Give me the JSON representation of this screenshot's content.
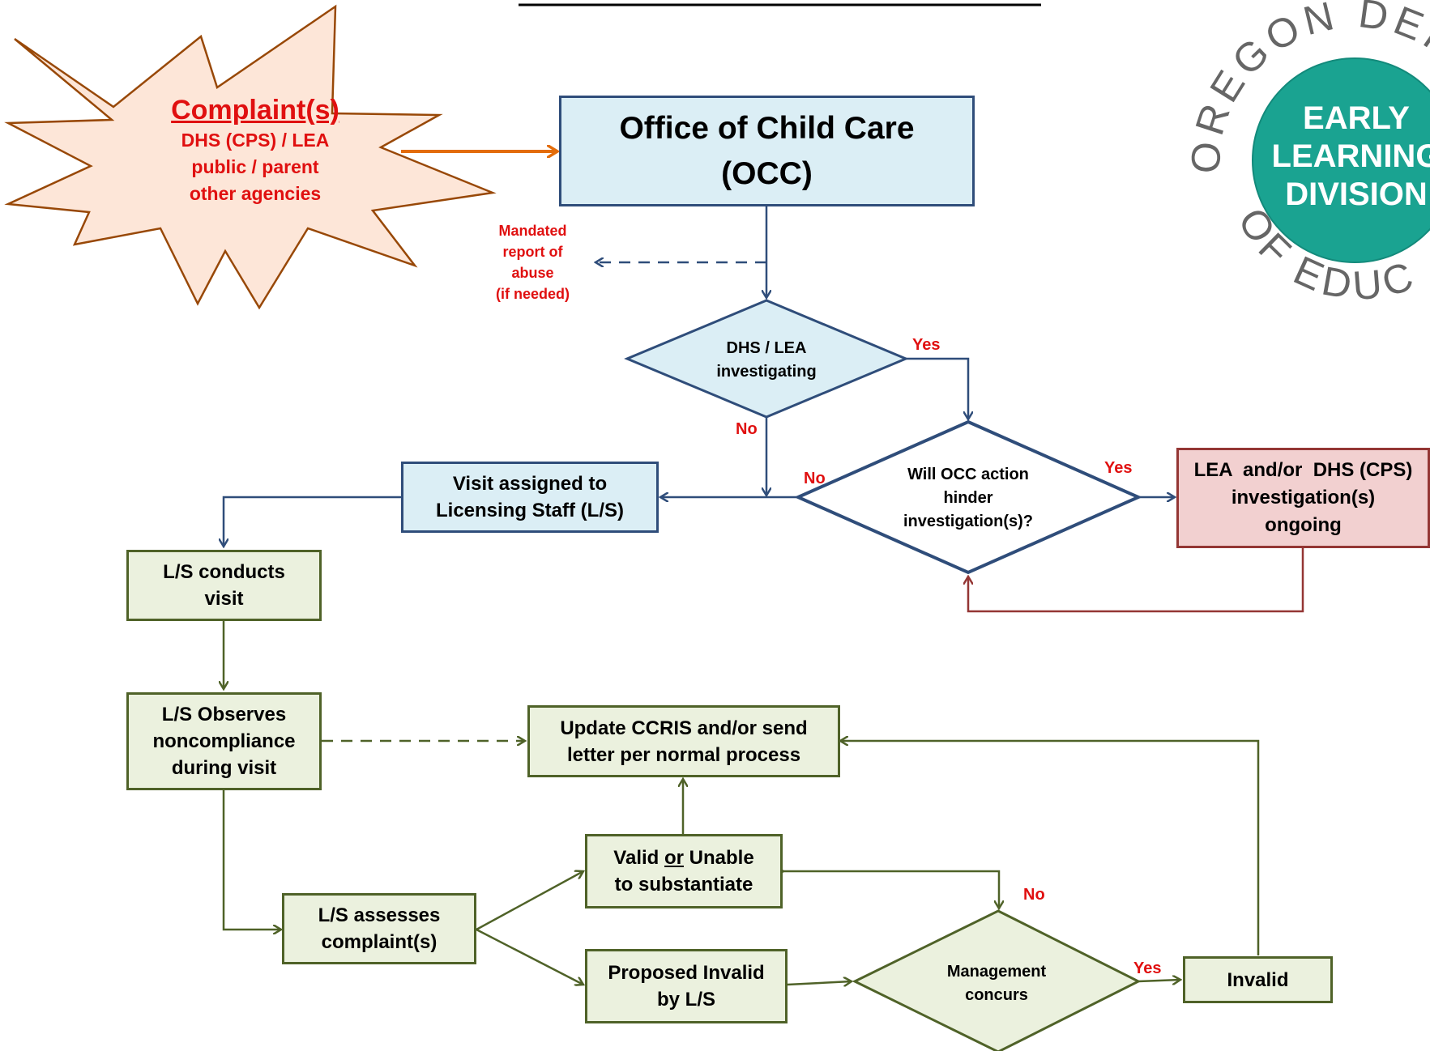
{
  "complaint": {
    "title": "Complaint(s)",
    "lines": [
      "DHS (CPS) / LEA",
      "public / parent",
      "other agencies"
    ]
  },
  "occ": {
    "lines": [
      "Office of Child Care",
      "(OCC)"
    ]
  },
  "mandated_report": {
    "lines": [
      "Mandated",
      "report of",
      "abuse",
      "(if needed)"
    ]
  },
  "decision_dhs": {
    "lines": [
      "DHS / LEA",
      "investigating"
    ]
  },
  "decision_hinder": {
    "lines": [
      "Will OCC action",
      "hinder",
      "investigation(s)?"
    ]
  },
  "decision_management": {
    "lines": [
      "Management",
      "concurs"
    ]
  },
  "boxes": {
    "visit_assigned": [
      "Visit assigned to",
      "Licensing Staff (L/S)"
    ],
    "investigation_ongoing": [
      "LEA  and/or  DHS (CPS)",
      "investigation(s)",
      "ongoing"
    ],
    "ls_conducts": [
      "L/S conducts",
      "visit"
    ],
    "ls_observes": [
      "L/S Observes",
      "noncompliance",
      "during visit"
    ],
    "update_ccris": [
      "Update CCRIS and/or send",
      "letter per normal process"
    ],
    "valid": {
      "word1": "Valid",
      "word2": "or",
      "word3": "Unable",
      "line2": "to substantiate"
    },
    "ls_assesses": [
      "L/S assesses",
      "complaint(s)"
    ],
    "proposed_invalid": [
      "Proposed Invalid",
      "by L/S"
    ],
    "invalid": [
      "Invalid"
    ]
  },
  "edge_labels": {
    "dhs_yes": "Yes",
    "dhs_no": "No",
    "hinder_no": "No",
    "hinder_yes": "Yes",
    "mgmt_no": "No",
    "mgmt_yes": "Yes"
  },
  "logo": {
    "arc_text": "OREGON DEPARTMENT OF EDUCATION",
    "lines": [
      "EARLY",
      "LEARNING",
      "DIVISION"
    ]
  },
  "colors": {
    "blue_fill": "#dbeef5",
    "blue_stroke": "#2f4d7a",
    "green_fill": "#ebf1de",
    "green_stroke": "#4f6228",
    "red_fill": "#f2d0d0",
    "red_stroke": "#943634",
    "orange_arrow": "#e36c0a",
    "label_red": "#e01010",
    "logo_teal": "#1aa391"
  }
}
